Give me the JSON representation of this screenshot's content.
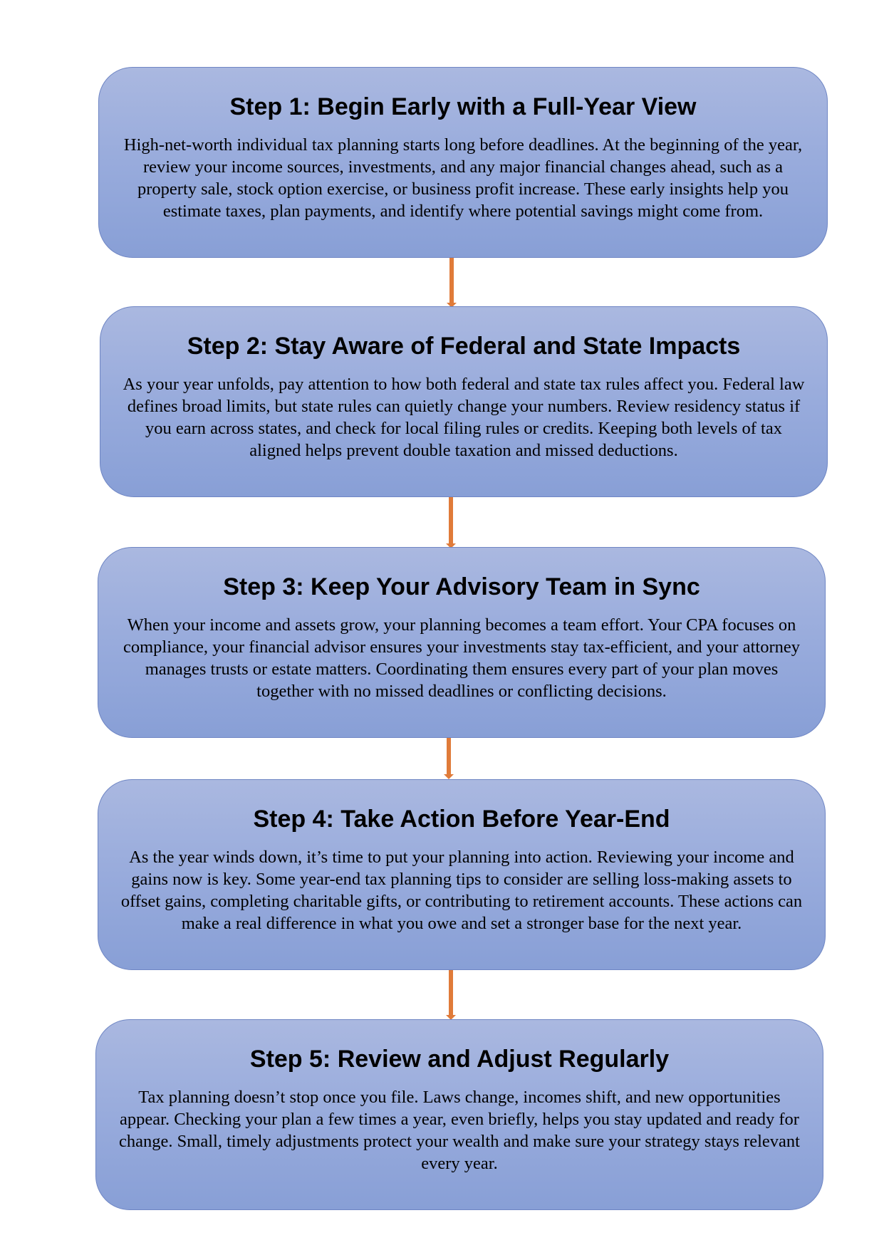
{
  "steps": [
    {
      "title": "Step 1: Begin Early with a Full-Year View",
      "body": "High-net-worth individual tax planning starts long before deadlines. At the beginning of the year, review your income sources, investments, and any major financial changes ahead, such as a property sale, stock option exercise, or business profit increase. These early insights help you estimate taxes, plan payments, and identify where potential savings might come from."
    },
    {
      "title": "Step 2: Stay Aware of Federal and State Impacts",
      "body": "As your year unfolds, pay attention to how both federal and state tax rules affect you. Federal law defines broad limits, but state rules can quietly change your numbers. Review residency status if you earn across states, and check for local filing rules or credits. Keeping both levels of tax aligned helps prevent double taxation and missed deductions."
    },
    {
      "title": "Step 3: Keep Your Advisory Team in Sync",
      "body": "When your income and assets grow, your planning becomes a team effort. Your CPA focuses on compliance, your financial advisor ensures your investments stay tax-efficient, and your attorney manages trusts or estate matters. Coordinating them ensures every part of your plan moves together with no missed deadlines or conflicting decisions."
    },
    {
      "title": "Step 4: Take Action Before Year-End",
      "body": "As the year winds down, it’s time to put your planning into action. Reviewing your income and gains now is key. Some year-end tax planning tips to consider are selling loss-making assets to offset gains, completing charitable gifts, or contributing to retirement accounts. These actions can make a real difference in what you owe and set a stronger base for the next year."
    },
    {
      "title": "Step 5: Review and Adjust Regularly",
      "body": "Tax planning doesn’t stop once you file. Laws change, incomes shift, and new opportunities appear. Checking your plan a few times a year, even briefly, helps you stay updated and ready for change. Small, timely adjustments protect your wealth and make sure your strategy stays relevant every year."
    }
  ],
  "colors": {
    "box_fill": "#98abdc",
    "box_border": "#6f86c4",
    "connector": "#e07b39"
  }
}
